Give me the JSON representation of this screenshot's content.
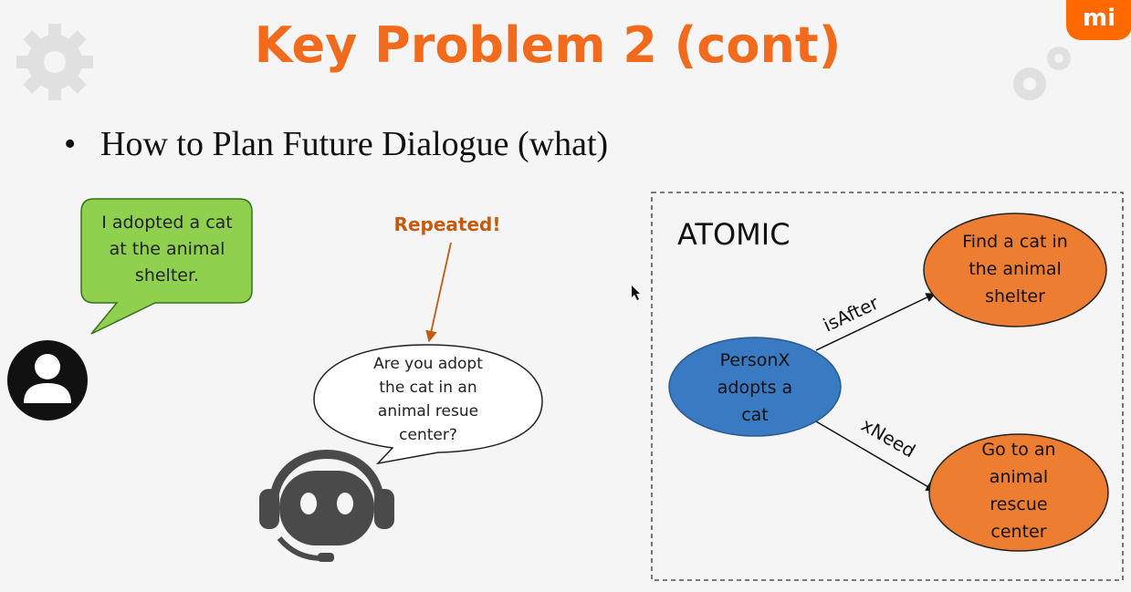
{
  "slide": {
    "title": "Key Problem 2 (cont)",
    "bullet": "How to Plan Future Dialogue (what)",
    "brand_logo": "mi",
    "colors": {
      "title": "#f26a1b",
      "user_bubble": "#8fd14f",
      "node_center": "#3a7ac2",
      "node_outer": "#ed7d31",
      "repeated": "#c55a11"
    }
  },
  "dialogue": {
    "user_utterance": [
      "I adopted a cat",
      "at the animal",
      "shelter."
    ],
    "repeated_label": "Repeated!",
    "bot_utterance": [
      "Are you adopt",
      "the cat in an",
      "animal resue",
      "center?"
    ]
  },
  "atomic": {
    "label": "ATOMIC",
    "center_node": [
      "PersonX",
      "adopts a",
      "cat"
    ],
    "after_node": [
      "Find a cat in",
      "the animal",
      "shelter"
    ],
    "need_node": [
      "Go to an",
      "animal",
      "rescue",
      "center"
    ],
    "edge_after": "isAfter",
    "edge_need": "xNeed"
  }
}
